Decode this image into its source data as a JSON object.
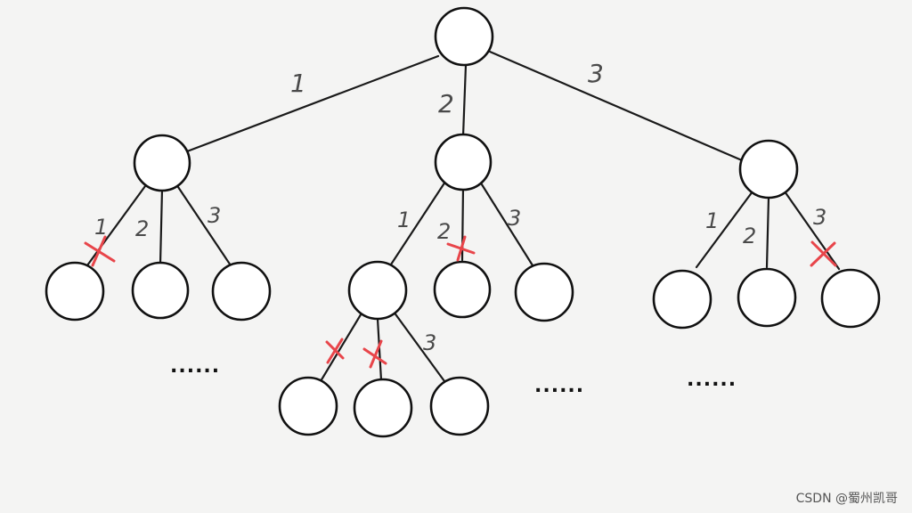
{
  "diagram": {
    "root_labels": {
      "left": "1",
      "middle": "2",
      "right": "3"
    },
    "left_subtree_labels": [
      "1",
      "2",
      "3"
    ],
    "middle_subtree_labels": [
      "1",
      "2",
      "3"
    ],
    "middle_grandchild_labels": {
      "third": "3"
    },
    "right_subtree_labels": [
      "1",
      "2",
      "3"
    ],
    "ellipsis": {
      "left": "......",
      "middle": "......",
      "right": "......"
    },
    "cross_color": "#e8454a"
  },
  "watermark": {
    "text": "CSDN @蜀州凯哥"
  }
}
